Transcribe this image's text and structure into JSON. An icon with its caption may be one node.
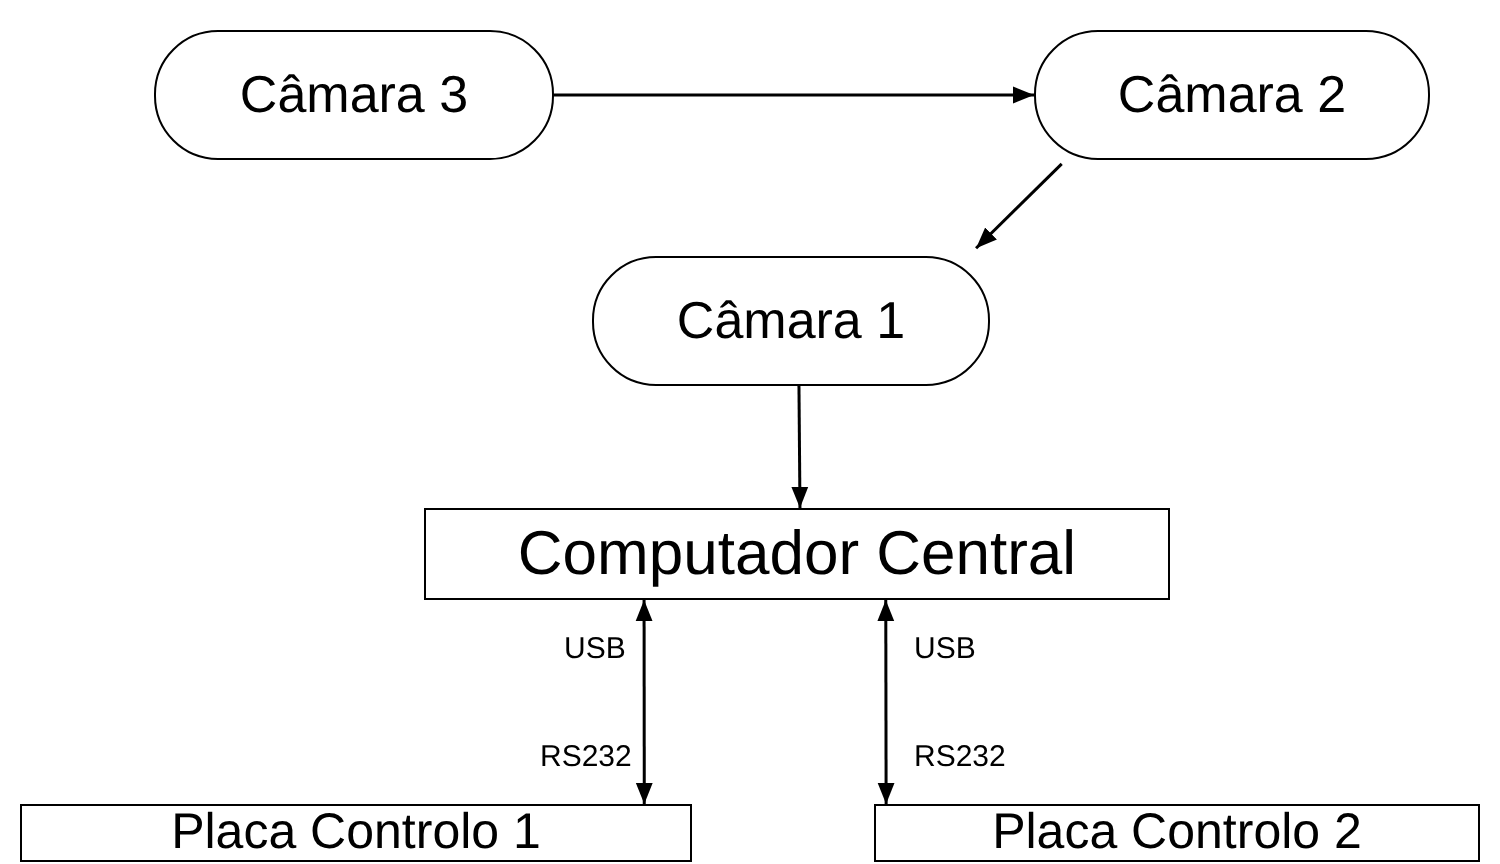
{
  "diagram": {
    "nodes": [
      {
        "text": [
          "Câmara 3"
        ]
      },
      {
        "text": [
          "Câmara 2"
        ]
      },
      {
        "text": [
          "Câmara 1"
        ]
      },
      {
        "text": [
          "Computador Central"
        ]
      },
      {
        "text": [
          "Placa Controlo 1"
        ]
      },
      {
        "text": [
          "Placa Controlo 2"
        ]
      }
    ],
    "edges": [
      {
        "from": 0,
        "to": 1,
        "arrow": "to"
      },
      {
        "from": 1,
        "to": 2,
        "arrow": "to"
      },
      {
        "from": 2,
        "to": 3,
        "arrow": "to"
      },
      {
        "from": 3,
        "to": 4,
        "arrow": "both"
      },
      {
        "from": 3,
        "to": 5,
        "arrow": "both"
      }
    ],
    "labels": [
      "USB",
      "USB",
      "RS232",
      "RS232"
    ]
  }
}
